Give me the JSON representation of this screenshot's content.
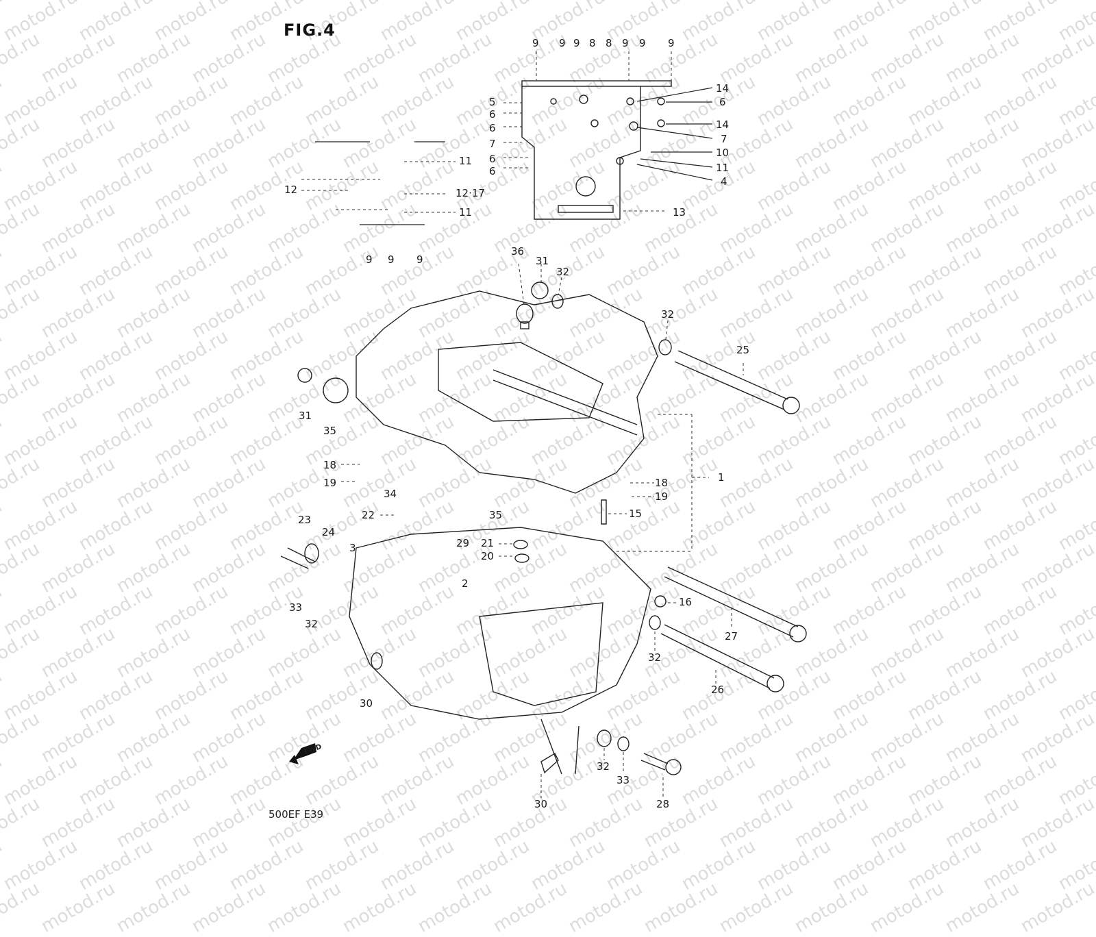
{
  "figure": {
    "title": "FIG.4",
    "model_code": "500EF E39",
    "watermark": "motod.ru",
    "front_arrow_label": "FWD"
  },
  "callouts": {
    "top_inset": {
      "top_row": [
        "9",
        "9",
        "9",
        "8",
        "8",
        "9",
        "9",
        "9"
      ],
      "left": [
        "5",
        "6",
        "6",
        "7",
        "6",
        "6"
      ],
      "right": [
        "14",
        "6",
        "14",
        "7",
        "10",
        "11",
        "4",
        "13"
      ],
      "left_panel": [
        "11",
        "12",
        "12·17",
        "11"
      ],
      "bottom_row": [
        "9",
        "9",
        "9"
      ]
    },
    "main": {
      "p36": "36",
      "p31a": "31",
      "p32a": "32",
      "p32b": "32",
      "p25": "25",
      "p31b": "31",
      "p35a": "35",
      "p18a": "18",
      "p19a": "19",
      "p34": "34",
      "p18b": "18",
      "p19b": "19",
      "p1": "1",
      "p22": "22",
      "p15": "15",
      "p35b": "35",
      "p23": "23",
      "p24": "24",
      "p3": "3",
      "p29": "29",
      "p21": "21",
      "p20": "20",
      "p2": "2",
      "p16": "16",
      "p33a": "33",
      "p32c": "32",
      "p27": "27",
      "p32d": "32",
      "p26": "26",
      "p30a": "30",
      "p32e": "32",
      "p33b": "33",
      "p28": "28",
      "p30b": "30"
    }
  }
}
